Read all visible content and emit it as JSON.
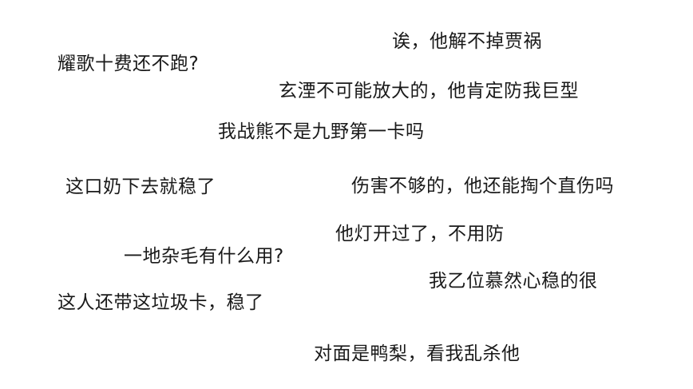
{
  "comments": [
    "诶，他解不掉贾祸",
    "耀歌十费还不跑?",
    "玄湮不可能放大的，他肯定防我巨型",
    "我战熊不是九野第一卡吗",
    "这口奶下去就稳了",
    "伤害不够的，他还能掏个直伤吗",
    "他灯开过了，不用防",
    "一地杂毛有什么用?",
    "我乙位慕然心稳的很",
    "这人还带这垃圾卡，稳了",
    "对面是鸭梨，看我乱杀他"
  ]
}
